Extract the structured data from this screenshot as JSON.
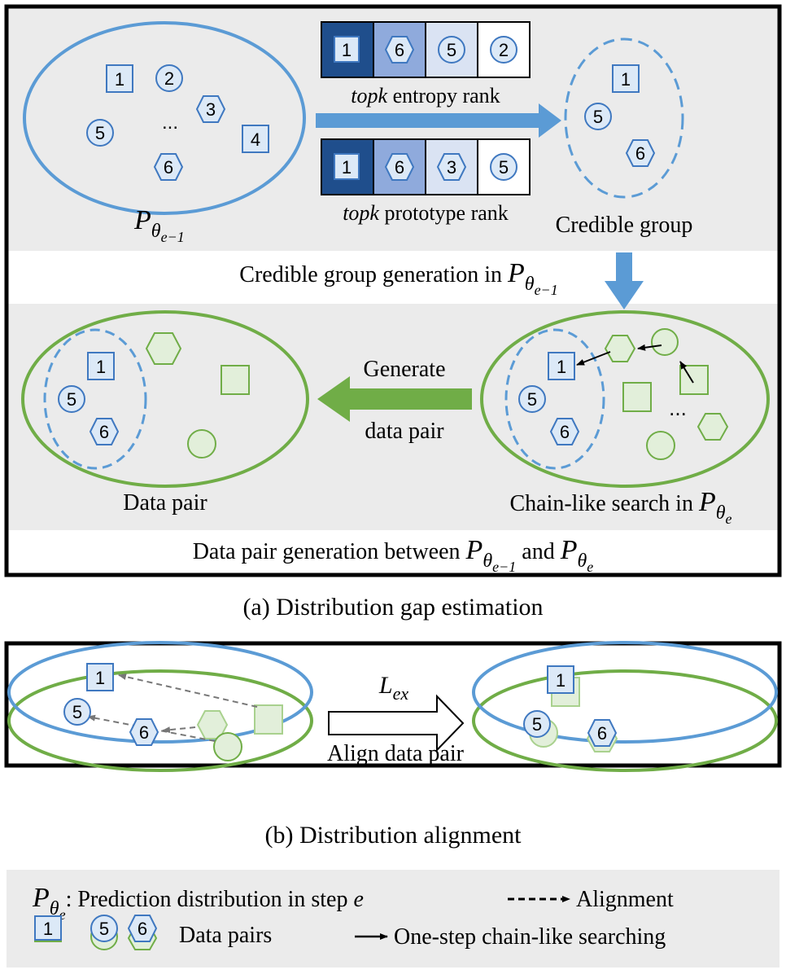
{
  "panel_a": {
    "topk_entropy": {
      "ranks": [
        "1",
        "6",
        "5",
        "2"
      ],
      "label_italic": "topk",
      "label_rest": " entropy rank"
    },
    "topk_prototype": {
      "ranks": [
        "1",
        "6",
        "3",
        "5"
      ],
      "label_italic": "topk",
      "label_rest": " prototype rank"
    },
    "prev_dist": {
      "items": [
        "1",
        "2",
        "3",
        "4",
        "5",
        "6"
      ],
      "ellipsis": "...",
      "label_base": "P",
      "label_sub": "θ",
      "label_subsub": "e−1"
    },
    "credible_group": {
      "items": [
        "1",
        "5",
        "6"
      ],
      "label": "Credible group"
    },
    "row1_caption": {
      "text": "Credible group generation in ",
      "sym": "P",
      "sub": "θ",
      "subsub": "e−1"
    },
    "data_pair": {
      "items": [
        "1",
        "5",
        "6"
      ],
      "label": "Data pair"
    },
    "generate_arrow": {
      "line1": "Generate",
      "line2": "data pair"
    },
    "chain": {
      "items": [
        "1",
        "5",
        "6"
      ],
      "ellipsis": "...",
      "label": "Chain-like search in ",
      "sym": "P",
      "sub": "θ",
      "subsub": "e"
    },
    "row2_caption": {
      "text": "Data pair generation between ",
      "sym1": "P",
      "sub1": "θ",
      "subsub1": "e−1",
      "mid": " and ",
      "sym2": "P",
      "sub2": "θ",
      "subsub2": "e"
    },
    "caption": "(a) Distribution gap estimation"
  },
  "panel_b": {
    "left_items": [
      "1",
      "5",
      "6"
    ],
    "right_items": [
      "1",
      "5",
      "6"
    ],
    "arrow_top_base": "L",
    "arrow_top_sub": "ex",
    "arrow_bottom": "Align data pair",
    "caption": "(b) Distribution alignment"
  },
  "legend": {
    "pred_sym": "P",
    "pred_sub": "θ",
    "pred_subsub": "e",
    "pred_text": ": Prediction distribution in step ",
    "pred_var": "e",
    "alignment": "Alignment",
    "pairs_items": [
      "1",
      "5",
      "6"
    ],
    "pairs_text": "Data pairs",
    "chain_text": "One-step chain-like searching"
  },
  "colors": {
    "blue_stroke": "#3F78C0",
    "blue_ellipse": "#5B9BD5",
    "blue_fill": "#DCE9F7",
    "green": "#70AD47",
    "green_fill": "#E2EFDA",
    "big_arrow_blue": "#5B9BD5",
    "big_arrow_green": "#70AD47",
    "panel_bg": "#EBEBEB",
    "rank_dark": "#1F4E8C",
    "rank_mid": "#8FAADC",
    "rank_light": "#DAE3F3"
  }
}
